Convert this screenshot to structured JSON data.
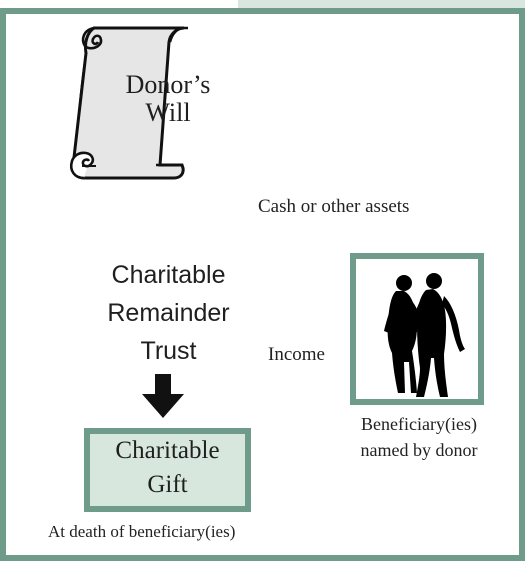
{
  "diagram": {
    "will_text": [
      "Donor’s",
      "Will"
    ],
    "cash_text": "Cash or other assets",
    "trust_text": [
      "Charitable",
      "Remainder",
      "Trust"
    ],
    "gift_text": [
      "Charitable",
      "Gift"
    ],
    "death_text": "At death of beneficiary(ies)",
    "income_text": "Income",
    "beneficiary_text": [
      "Beneficiary(ies)",
      "named by donor"
    ],
    "colors": {
      "frame": "#6f9b8a",
      "gift_fill": "#d7e7de",
      "scroll_fill": "#e6e6e6",
      "arrow": "#111111",
      "silhouette": "#000000"
    },
    "icons": {
      "scroll": "scroll-icon",
      "arrow": "down-arrow-icon",
      "people": "couple-silhouette-icon"
    }
  }
}
